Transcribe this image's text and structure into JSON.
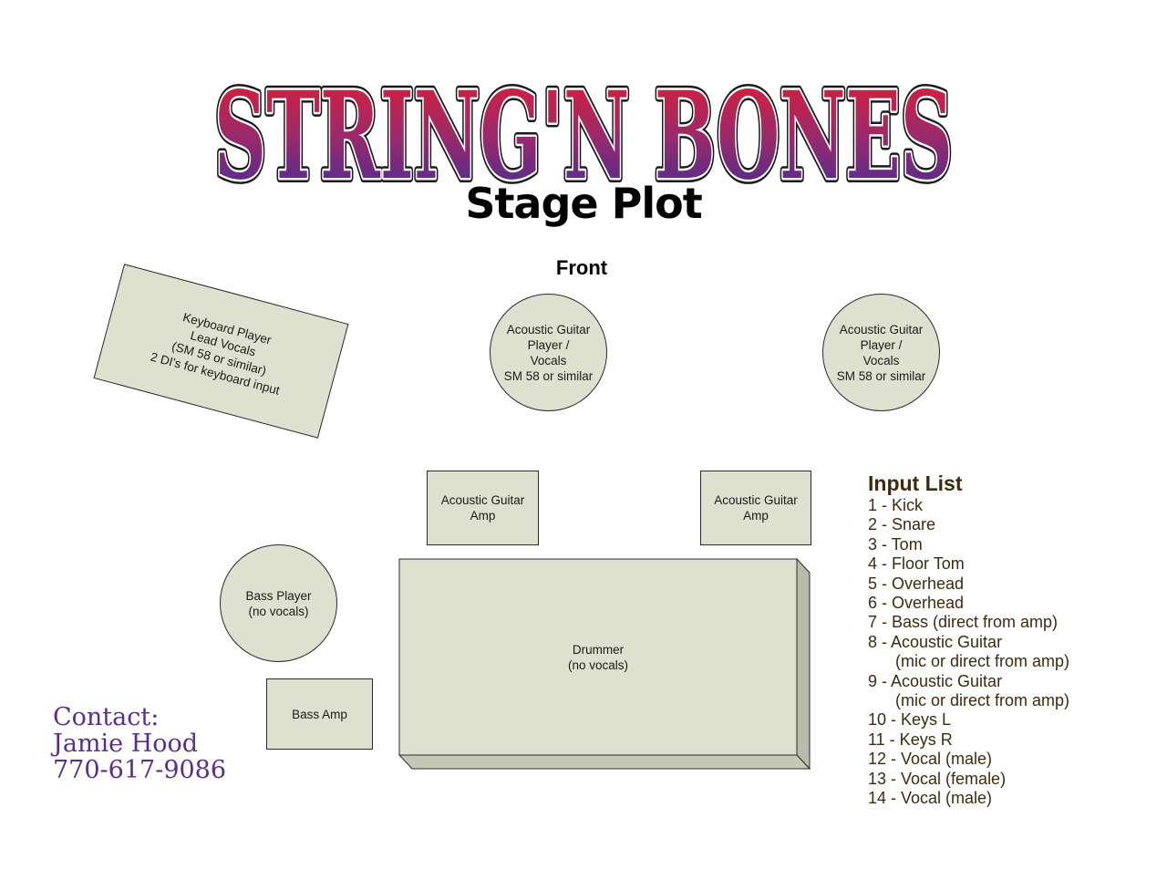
{
  "logo": {
    "text": "STRING'N BONES",
    "colors": {
      "top": "#e31d2f",
      "bottom": "#3a2d9a"
    }
  },
  "title": "Stage Plot",
  "front_label": "Front",
  "stage": {
    "keyboard": "Keyboard Player\nLead Vocals\n(SM 58 or similar)\n2 DI's for keyboard input",
    "acoustic_left": "Acoustic Guitar\nPlayer /\nVocals\nSM 58 or similar",
    "acoustic_right": "Acoustic Guitar\nPlayer /\nVocals\nSM 58 or similar",
    "amp_left": "Acoustic Guitar\nAmp",
    "amp_right": "Acoustic Guitar\nAmp",
    "bass_player": "Bass Player\n(no vocals)",
    "bass_amp": "Bass Amp",
    "drummer": "Drummer\n(no vocals)"
  },
  "contact": {
    "heading": "Contact:",
    "name": "Jamie Hood",
    "phone": "770-617-9086"
  },
  "input_list": {
    "title": "Input List",
    "items": [
      "1 - Kick",
      "2 - Snare",
      "3 - Tom",
      "4 - Floor Tom",
      "5 - Overhead",
      "6 - Overhead",
      "7 - Bass (direct from amp)",
      "8 - Acoustic Guitar",
      "(mic or direct from amp)",
      "9 - Acoustic Guitar",
      "(mic or direct from amp)",
      "10 - Keys L",
      "11 - Keys R",
      "12 - Vocal (male)",
      "13 - Vocal (female)",
      "14 - Vocal (male)"
    ]
  },
  "colors": {
    "box_fill": "#dfe1d0",
    "contact": "#5b2d8e",
    "input_text": "#3f2a10"
  }
}
